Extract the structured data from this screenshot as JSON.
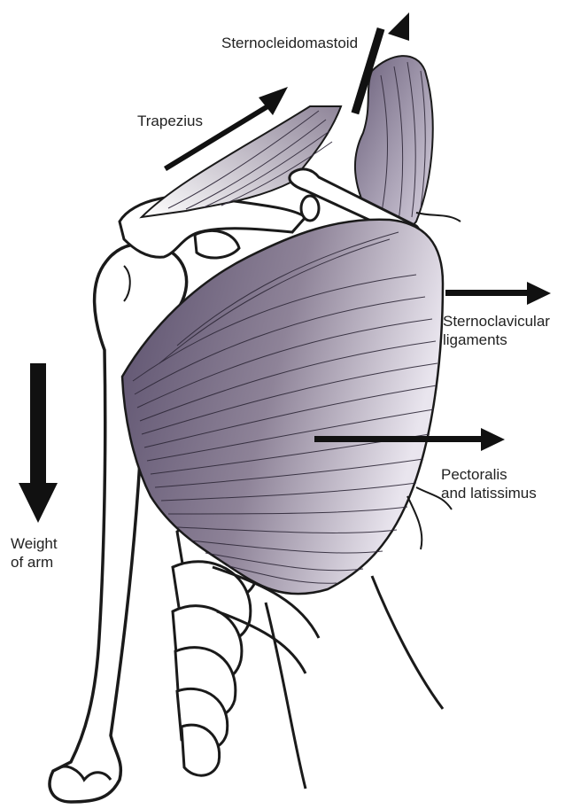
{
  "labels": {
    "sternocleidomastoid": "Sternocleidomastoid",
    "trapezius": "Trapezius",
    "sternoclavicular": "Sternoclavicular\nligaments",
    "pectoralis": "Pectoralis\nand latissimus",
    "weight": "Weight\nof arm"
  },
  "colors": {
    "muscle_dark": "#5f5470",
    "muscle_light": "#ece8f0",
    "line": "#1a1a1a",
    "bone_fill": "#ffffff"
  },
  "icons": [
    "arrow-up-right",
    "arrow-right",
    "arrow-down"
  ]
}
